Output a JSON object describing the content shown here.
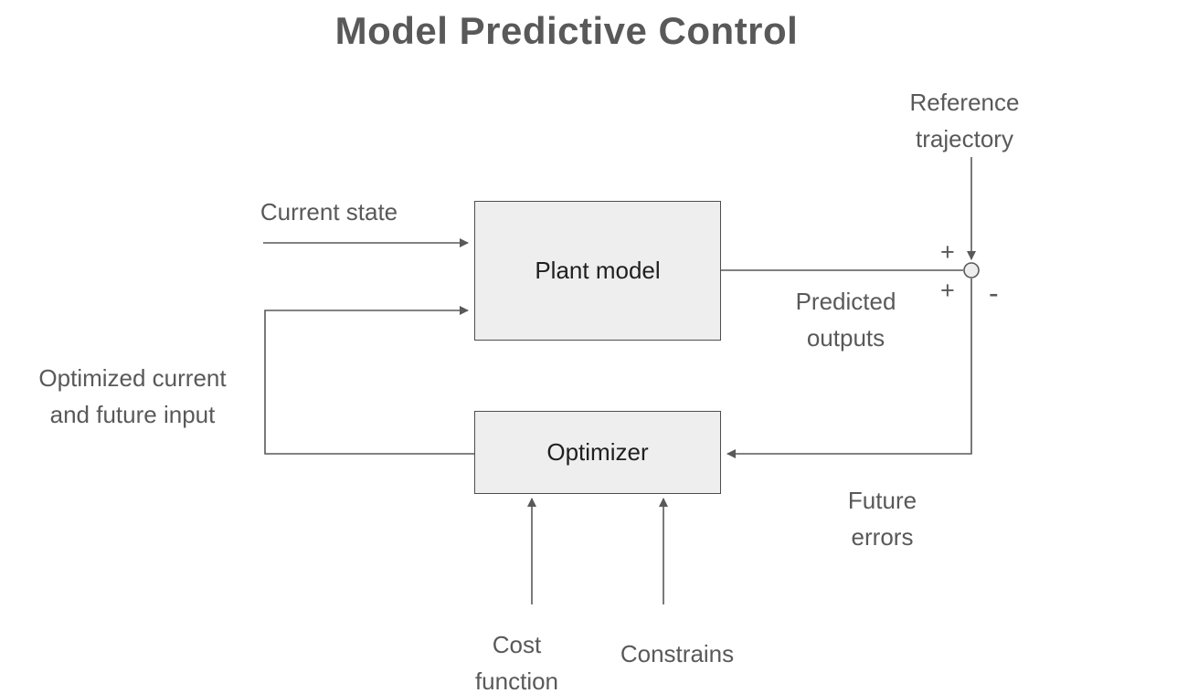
{
  "title": "Model Predictive Control",
  "blocks": {
    "plant_model": "Plant model",
    "optimizer": "Optimizer"
  },
  "labels": {
    "current_state": "Current state",
    "optimized_input": "Optimized current\nand future input",
    "predicted_outputs": "Predicted\noutputs",
    "reference_trajectory": "Reference\ntrajectory",
    "future_errors": "Future\nerrors",
    "cost_function": "Cost\nfunction",
    "constrains": "Constrains"
  },
  "junction": {
    "plus_top": "+",
    "plus_bottom": "+",
    "minus": "-"
  },
  "colors": {
    "title_text": "#595959",
    "label_text": "#595959",
    "block_fill": "#eeeeee",
    "block_border": "#4d4d4d",
    "wire": "#595959",
    "background": "#ffffff"
  }
}
